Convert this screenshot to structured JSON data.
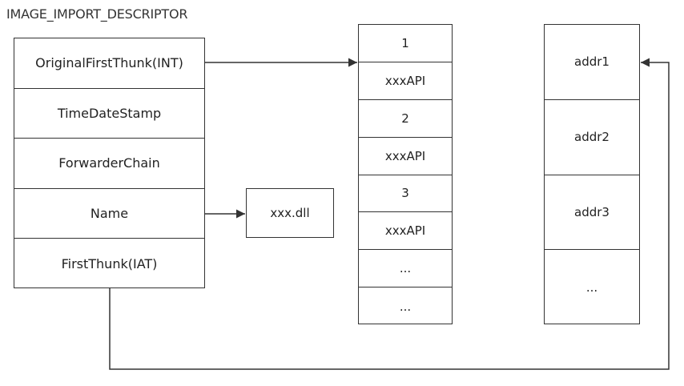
{
  "title": "IMAGE_IMPORT_DESCRIPTOR",
  "descriptor_fields": [
    "OriginalFirstThunk(INT)",
    "TimeDateStamp",
    "ForwarderChain",
    "Name",
    "FirstThunk(IAT)"
  ],
  "dll_name": "xxx.dll",
  "int_entries": [
    "1",
    "xxxAPI",
    "2",
    "xxxAPI",
    "3",
    "xxxAPI",
    "...",
    "..."
  ],
  "iat_entries": [
    "addr1",
    "addr2",
    "addr3",
    "..."
  ],
  "colors": {
    "line": "#333333",
    "background": "#ffffff"
  }
}
